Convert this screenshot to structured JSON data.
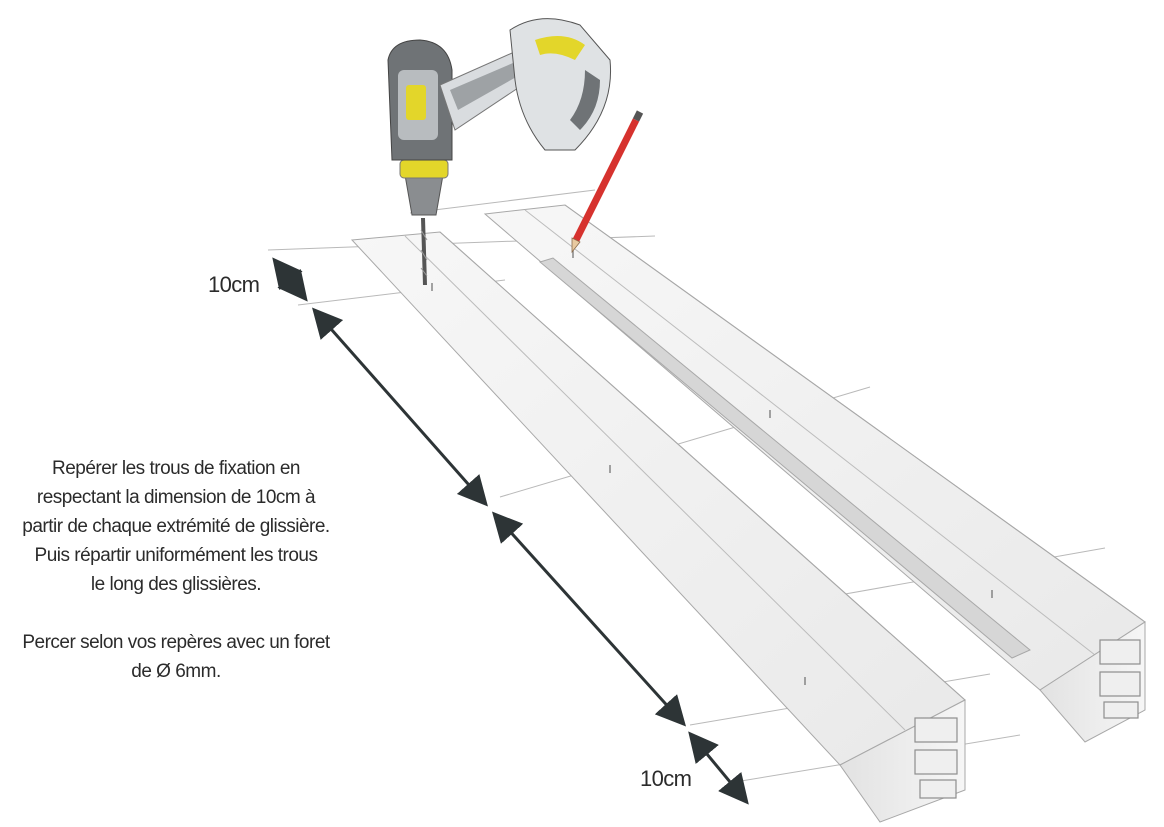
{
  "labels": {
    "top_dimension": "10cm",
    "bottom_dimension": "10cm"
  },
  "instructions": {
    "step_one_lines": [
      "Repérer les trous de fixation en",
      "respectant la dimension de 10cm à",
      "partir de chaque extrémité de glissière.",
      "Puis répartir uniformément les trous",
      "le long des glissières."
    ],
    "step_two_lines": [
      "Percer selon vos repères avec un foret",
      "de Ø 6mm."
    ]
  },
  "colors": {
    "rail_light": "#f4f4f4",
    "rail_shade": "#dcdcdc",
    "outline": "#9a9a9a",
    "arrow": "#2d3436",
    "drill_yellow": "#e3d62a",
    "drill_grey": "#6f7376",
    "pencil_red": "#d6322e"
  },
  "icons": [
    "drill-icon",
    "pencil-icon"
  ]
}
